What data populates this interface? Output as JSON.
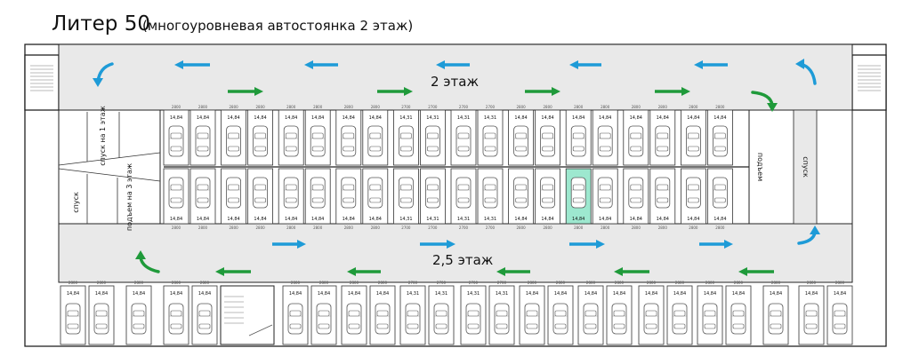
{
  "header": {
    "title": "Литер 50",
    "subtitle": "(многоуровневая автостоянка 2 этаж)"
  },
  "floors": {
    "upper_label": "2 этаж",
    "lower_label": "2,5 этаж"
  },
  "ramps": {
    "down_to_1": "спуск на 1 этаж",
    "up_to_3": "подъем на 3 этаж",
    "down_left": "спуск",
    "up_right": "подъем",
    "down_right": "спуск"
  },
  "spots": {
    "area_label": "14,84",
    "area_label_alt": "14,31",
    "width_2800": "2800",
    "width_2700": "2700",
    "depth": "5300",
    "highlighted_group": "row-b-9",
    "highlight_color": "#9de8cf"
  },
  "colors": {
    "blue_arrow": "#1e9bd7",
    "green_arrow": "#1f9a3a",
    "wall": "#222222",
    "floor_gray": "#e9e9e9"
  }
}
